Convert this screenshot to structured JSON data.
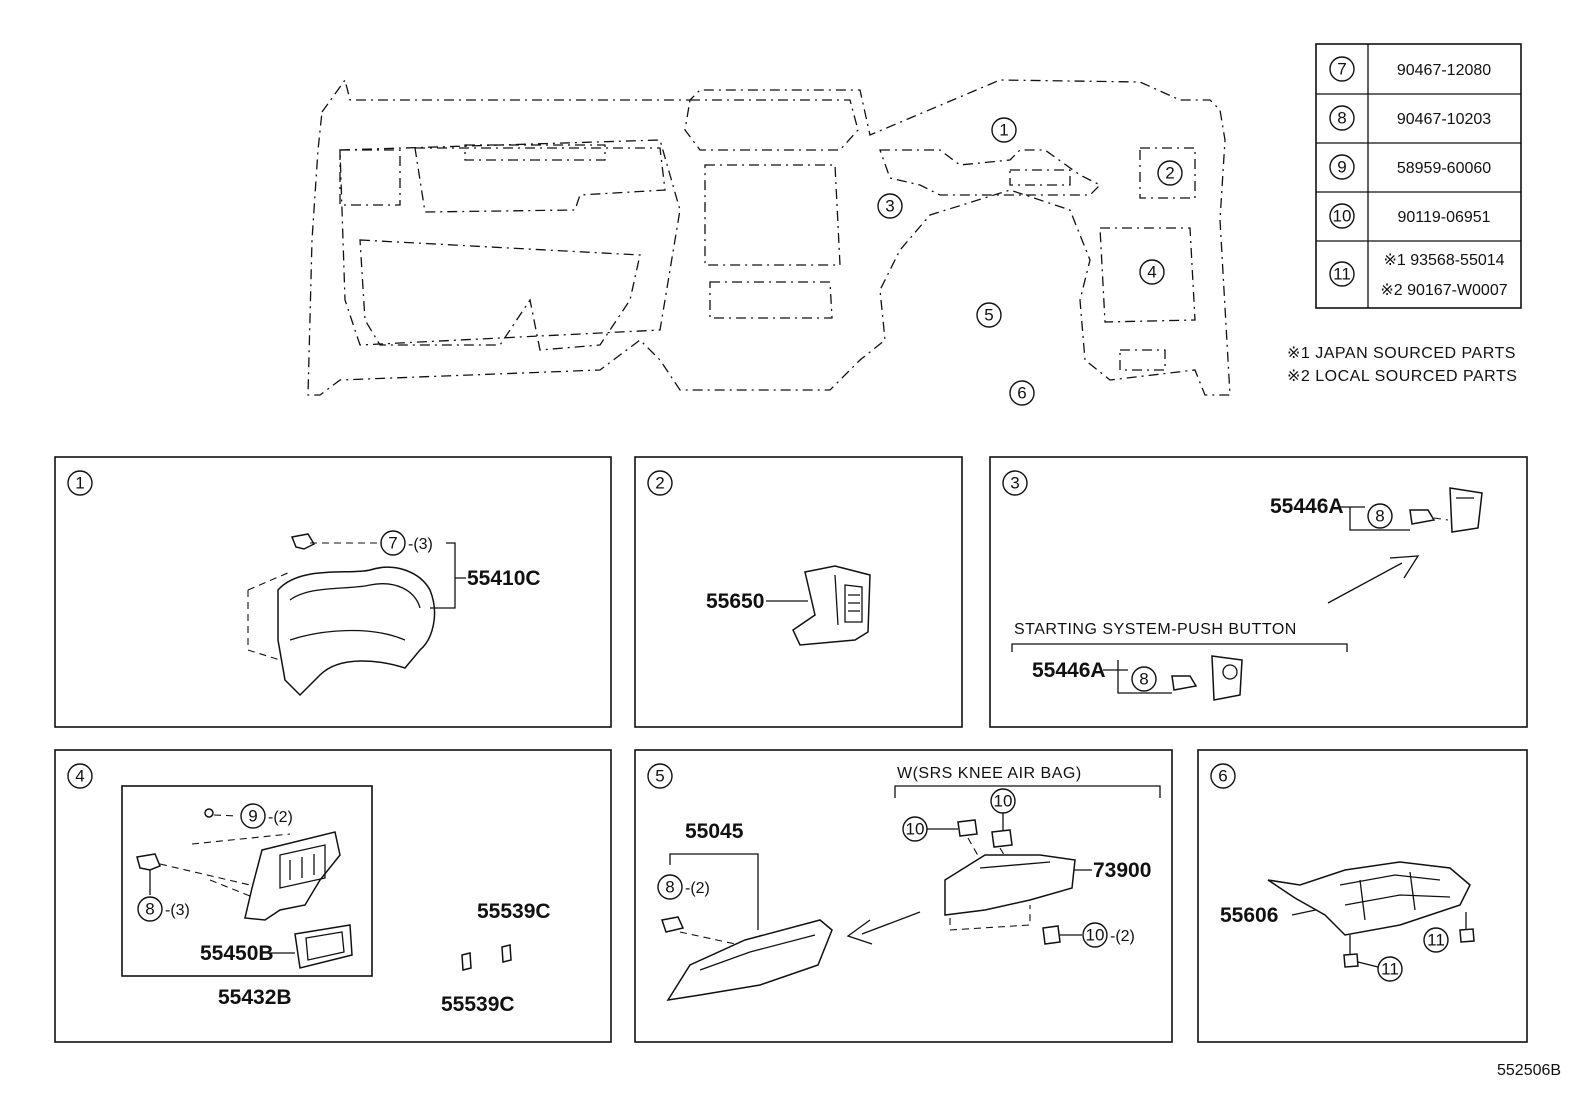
{
  "overview": {
    "callouts": [
      "1",
      "2",
      "3",
      "4",
      "5",
      "6"
    ]
  },
  "parts_table": {
    "rows": [
      {
        "ref": "7",
        "number": "90467-12080"
      },
      {
        "ref": "8",
        "number": "90467-10203"
      },
      {
        "ref": "9",
        "number": "58959-60060"
      },
      {
        "ref": "10",
        "number": "90119-06951"
      },
      {
        "ref": "11",
        "number": "※1 93568-55014",
        "number2": "※2 90167-W0007"
      }
    ]
  },
  "notes": {
    "japan": "※1 JAPAN SOURCED PARTS",
    "local": "※2 LOCAL SOURCED PARTS"
  },
  "panels": {
    "p1": {
      "ref": "1",
      "part": "55410C",
      "fastener_ref": "7",
      "qty": "-(3)"
    },
    "p2": {
      "ref": "2",
      "part": "55650"
    },
    "p3": {
      "ref": "3",
      "part_a": "55446A",
      "part_b": "55446A",
      "fastener_ref": "8",
      "caption": "STARTING SYSTEM-PUSH BUTTON"
    },
    "p4": {
      "ref": "4",
      "part_a": "55450B",
      "part_b": "55432B",
      "part_c": "55539C",
      "part_d": "55539C",
      "ref_9": "9",
      "qty_9": "-(2)",
      "ref_8": "8",
      "qty_8": "-(3)"
    },
    "p5": {
      "ref": "5",
      "part_a": "55045",
      "part_b": "73900",
      "caption": "W(SRS KNEE AIR BAG)",
      "ref_8": "8",
      "qty_8": "-(2)",
      "ref_10": "10",
      "qty_10": "-(2)"
    },
    "p6": {
      "ref": "6",
      "part": "55606",
      "ref_11": "11"
    }
  },
  "footer": {
    "code": "552506B"
  },
  "icons": [
    "bracket-clip-icon",
    "bolt-icon",
    "screw-icon",
    "arrow-icon"
  ]
}
